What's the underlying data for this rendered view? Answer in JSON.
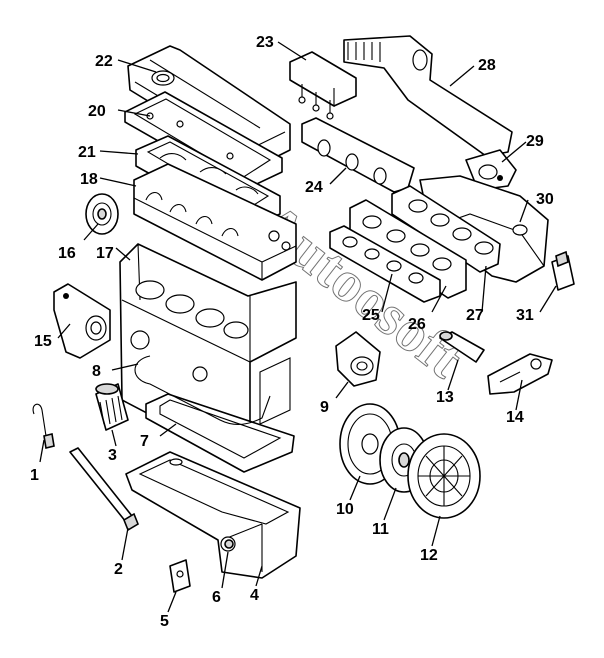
{
  "watermark": "Autoosoft",
  "callouts": [
    {
      "number": "1"
    },
    {
      "number": "2"
    },
    {
      "number": "3"
    },
    {
      "number": "4"
    },
    {
      "number": "5"
    },
    {
      "number": "6"
    },
    {
      "number": "7"
    },
    {
      "number": "8"
    },
    {
      "number": "9"
    },
    {
      "number": "10"
    },
    {
      "number": "11"
    },
    {
      "number": "12"
    },
    {
      "number": "13"
    },
    {
      "number": "14"
    },
    {
      "number": "15"
    },
    {
      "number": "16"
    },
    {
      "number": "17"
    },
    {
      "number": "18"
    },
    {
      "number": "20"
    },
    {
      "number": "21"
    },
    {
      "number": "22"
    },
    {
      "number": "23"
    },
    {
      "number": "24"
    },
    {
      "number": "25"
    },
    {
      "number": "26"
    },
    {
      "number": "27"
    },
    {
      "number": "28"
    },
    {
      "number": "29"
    },
    {
      "number": "30"
    },
    {
      "number": "31"
    }
  ]
}
